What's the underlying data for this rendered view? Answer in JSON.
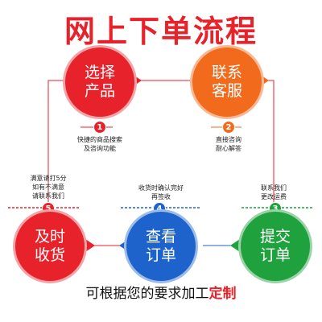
{
  "title": "网上下单流程",
  "steps": [
    {
      "num": "1",
      "label": "选择产品",
      "desc": [
        "快捷的商品搜索",
        "及咨询功能"
      ],
      "color": "#e8222a"
    },
    {
      "num": "2",
      "label": "联系客服",
      "desc": [
        "直接咨询",
        "耐心解答"
      ],
      "color": "#f26a1b"
    },
    {
      "num": "3",
      "label": "提交订单",
      "desc": [
        "联系我们",
        "更改运费"
      ],
      "color": "#1fa13e"
    },
    {
      "num": "4",
      "label": "查看订单",
      "desc": [
        "收货时确认完好",
        "再签收"
      ],
      "color": "#1e63cc"
    },
    {
      "num": "5",
      "label": "及时收货",
      "desc": [
        "满意请打5分",
        "如有不满意",
        "请联系我们"
      ],
      "color": "#e8222a"
    }
  ],
  "footer": {
    "text": "可根据您的要求加工",
    "highlight": "定制"
  },
  "colors": {
    "red": "#e8222a",
    "orange": "#f26a1b",
    "green": "#1fa13e",
    "blue": "#1e63cc"
  }
}
